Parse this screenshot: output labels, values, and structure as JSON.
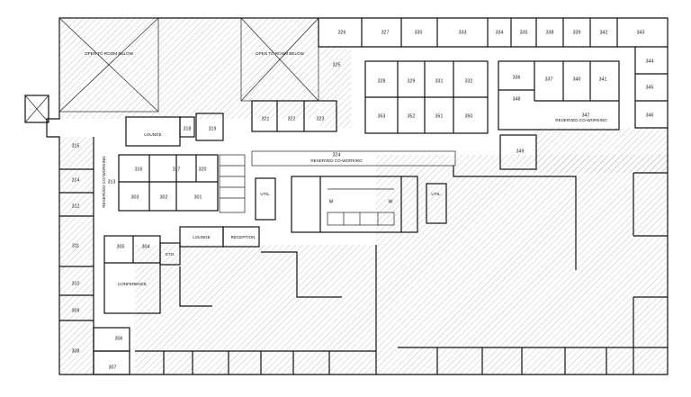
{
  "floor_plan": {
    "rooms": [
      {
        "id": "r326",
        "label": "326"
      },
      {
        "id": "r327",
        "label": "327"
      },
      {
        "id": "r330",
        "label": "330"
      },
      {
        "id": "r333",
        "label": "333"
      },
      {
        "id": "r334",
        "label": "334"
      },
      {
        "id": "r335",
        "label": "335"
      },
      {
        "id": "r338",
        "label": "338"
      },
      {
        "id": "r339",
        "label": "339"
      },
      {
        "id": "r342",
        "label": "342"
      },
      {
        "id": "r343",
        "label": "343"
      },
      {
        "id": "r344",
        "label": "344"
      },
      {
        "id": "r345",
        "label": "345"
      },
      {
        "id": "r346",
        "label": "346"
      },
      {
        "id": "r325",
        "label": "325"
      },
      {
        "id": "r328",
        "label": "328"
      },
      {
        "id": "r329",
        "label": "329"
      },
      {
        "id": "r331",
        "label": "331"
      },
      {
        "id": "r332",
        "label": "332"
      },
      {
        "id": "r336",
        "label": "336"
      },
      {
        "id": "r337",
        "label": "337"
      },
      {
        "id": "r340",
        "label": "340"
      },
      {
        "id": "r341",
        "label": "341"
      },
      {
        "id": "r348",
        "label": "348"
      },
      {
        "id": "r347",
        "label": "347"
      },
      {
        "id": "r353",
        "label": "353"
      },
      {
        "id": "r352",
        "label": "352"
      },
      {
        "id": "r351",
        "label": "351"
      },
      {
        "id": "r350",
        "label": "350"
      },
      {
        "id": "r349",
        "label": "349"
      },
      {
        "id": "r321",
        "label": "321"
      },
      {
        "id": "r322",
        "label": "322"
      },
      {
        "id": "r323",
        "label": "323"
      },
      {
        "id": "r324",
        "label": "324"
      },
      {
        "id": "r318",
        "label": "318"
      },
      {
        "id": "r319",
        "label": "319"
      },
      {
        "id": "r315",
        "label": "315"
      },
      {
        "id": "r316",
        "label": "316"
      },
      {
        "id": "r317",
        "label": "317"
      },
      {
        "id": "r320",
        "label": "320"
      },
      {
        "id": "r313",
        "label": "313"
      },
      {
        "id": "r314",
        "label": "314"
      },
      {
        "id": "r312",
        "label": "312"
      },
      {
        "id": "r303",
        "label": "303"
      },
      {
        "id": "r302",
        "label": "302"
      },
      {
        "id": "r301",
        "label": "301"
      },
      {
        "id": "r311",
        "label": "311"
      },
      {
        "id": "r305",
        "label": "305"
      },
      {
        "id": "r304",
        "label": "304"
      },
      {
        "id": "r310",
        "label": "310"
      },
      {
        "id": "r309",
        "label": "309"
      },
      {
        "id": "r308",
        "label": "308"
      },
      {
        "id": "r306",
        "label": "306"
      },
      {
        "id": "r307",
        "label": "307"
      }
    ],
    "labels": {
      "open_left": "OPEN TO ROOM BELOW",
      "open_right": "OPEN TO ROOM BELOW",
      "lounge_top": "LOUNGE",
      "lounge_bottom": "LOUNGE",
      "reserved_324": "RESERVED CO-WORKING",
      "reserved_347": "RESERVED CO-WORKING",
      "reserved_313": "RESERVED CO-WORKING",
      "util_left": "UTIL.",
      "util_right": "UTIL.",
      "men": "M",
      "women": "W",
      "reception": "RECEPTION",
      "sto": "STO.",
      "conference": "CONFERENCE"
    },
    "colors": {
      "wall": "#111111",
      "hatch": "#9a9a9a",
      "background": "#ffffff"
    }
  }
}
